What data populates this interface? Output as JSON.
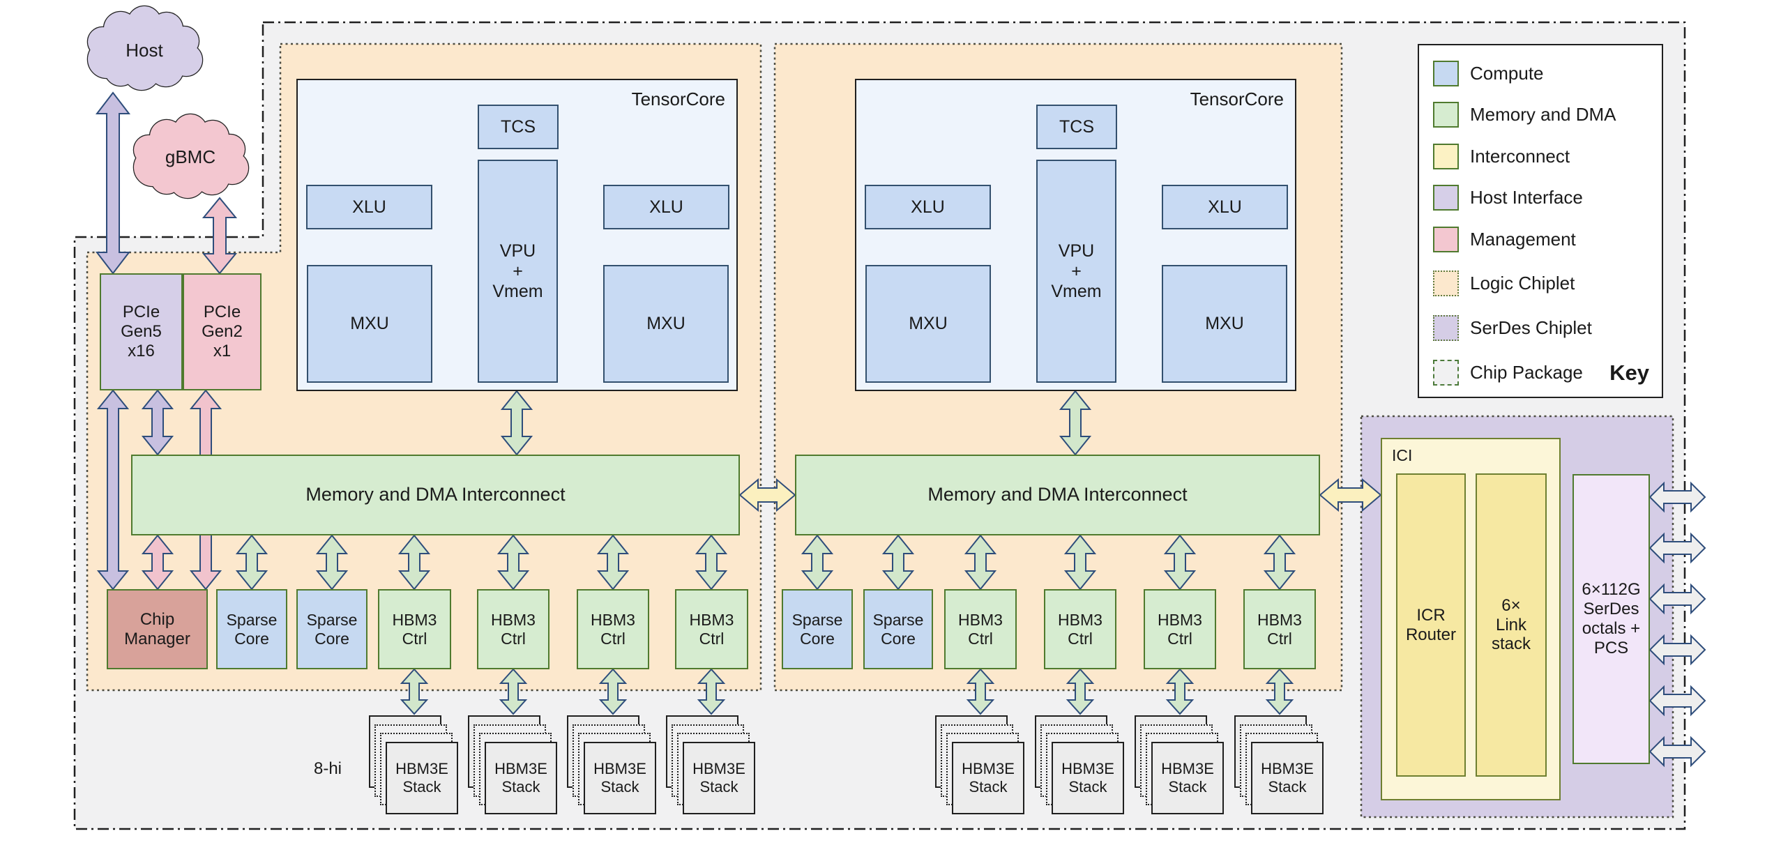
{
  "diagram": {
    "clouds": {
      "host": "Host",
      "gbmc": "gBMC"
    },
    "host_interface": {
      "pcie_gen5": "PCIe\nGen5\nx16",
      "pcie_gen2": "PCIe\nGen2\nx1"
    },
    "tensorcore": {
      "title": "TensorCore",
      "tcs": "TCS",
      "xlu": "XLU",
      "vpu": "VPU\n+\nVmem",
      "mxu": "MXU"
    },
    "interconnect_label": "Memory and DMA Interconnect",
    "bottom_row": {
      "chip_manager": "Chip\nManager",
      "sparse_core": "Sparse\nCore",
      "hbm3_ctrl": "HBM3\nCtrl"
    },
    "hbm": {
      "stack_label": "HBM3E\nStack",
      "stack_height_note": "8-hi"
    },
    "ici": {
      "region_label": "ICI",
      "icr_router": "ICR\nRouter",
      "link_stack": "6×\nLink\nstack",
      "serdes": "6×112G\nSerDes\noctals +\nPCS"
    },
    "key": {
      "title": "Key",
      "items": [
        {
          "label": "Compute",
          "color": "#c6d9f1"
        },
        {
          "label": "Memory and DMA",
          "color": "#d6ecd0"
        },
        {
          "label": "Interconnect",
          "color": "#fcf2c4"
        },
        {
          "label": "Host Interface",
          "color": "#d6cfe8"
        },
        {
          "label": "Management",
          "color": "#f3c7d0"
        },
        {
          "label": "Logic Chiplet",
          "color": "#fce8cd"
        },
        {
          "label": "SerDes Chiplet",
          "color": "#d5cde6"
        },
        {
          "label": "Chip Package",
          "color": "#f1f1f2"
        }
      ]
    }
  }
}
